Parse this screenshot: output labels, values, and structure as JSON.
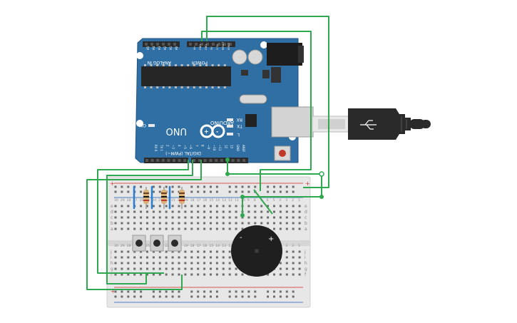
{
  "arduino": {
    "brand": "ARDUINO",
    "model": "UNO",
    "on_label": "ON",
    "power_label": "POWER",
    "analog_label": "ANALOG IN",
    "digital_label": "DIGITAL (PWM~)",
    "tx_label": "TX",
    "rx_label": "RX",
    "l_label": "L",
    "power_pins": [
      "IOREF",
      "RESET",
      "3.3V",
      "5V",
      "GND",
      "GND",
      "Vin"
    ],
    "analog_pins": [
      "A0",
      "A1",
      "A2",
      "A3",
      "A4",
      "A5"
    ],
    "top_pins": [
      "AREF",
      "GND",
      "13",
      "12",
      "~11",
      "~10",
      "~9",
      "8",
      "7",
      "~6",
      "~5",
      "4",
      "~3",
      "2",
      "TX 1",
      "RX 0"
    ],
    "colors": {
      "board": "#2f6fa3",
      "header": "#2b2b2b",
      "chip": "#262626"
    }
  },
  "breadboard": {
    "row_letters_top": [
      "a",
      "b",
      "c",
      "d",
      "e"
    ],
    "row_letters_bottom": [
      "f",
      "g",
      "h",
      "i",
      "j"
    ],
    "rail_plus": "+",
    "rail_minus": "-",
    "column_numbers": [
      "30",
      "29",
      "28",
      "27",
      "26",
      "25",
      "24",
      "23",
      "22",
      "21",
      "20",
      "19",
      "18",
      "17",
      "16",
      "15",
      "14",
      "13",
      "12",
      "11",
      "10",
      "9",
      "8",
      "7",
      "6",
      "5",
      "4",
      "3",
      "2",
      "1"
    ]
  },
  "buzzer": {
    "minus": "-",
    "plus": "+"
  },
  "colors": {
    "wire": "#2fa84f",
    "usb": "#2a2a2a",
    "rail_red": "#d9534f",
    "rail_blue": "#4a7fc1"
  }
}
